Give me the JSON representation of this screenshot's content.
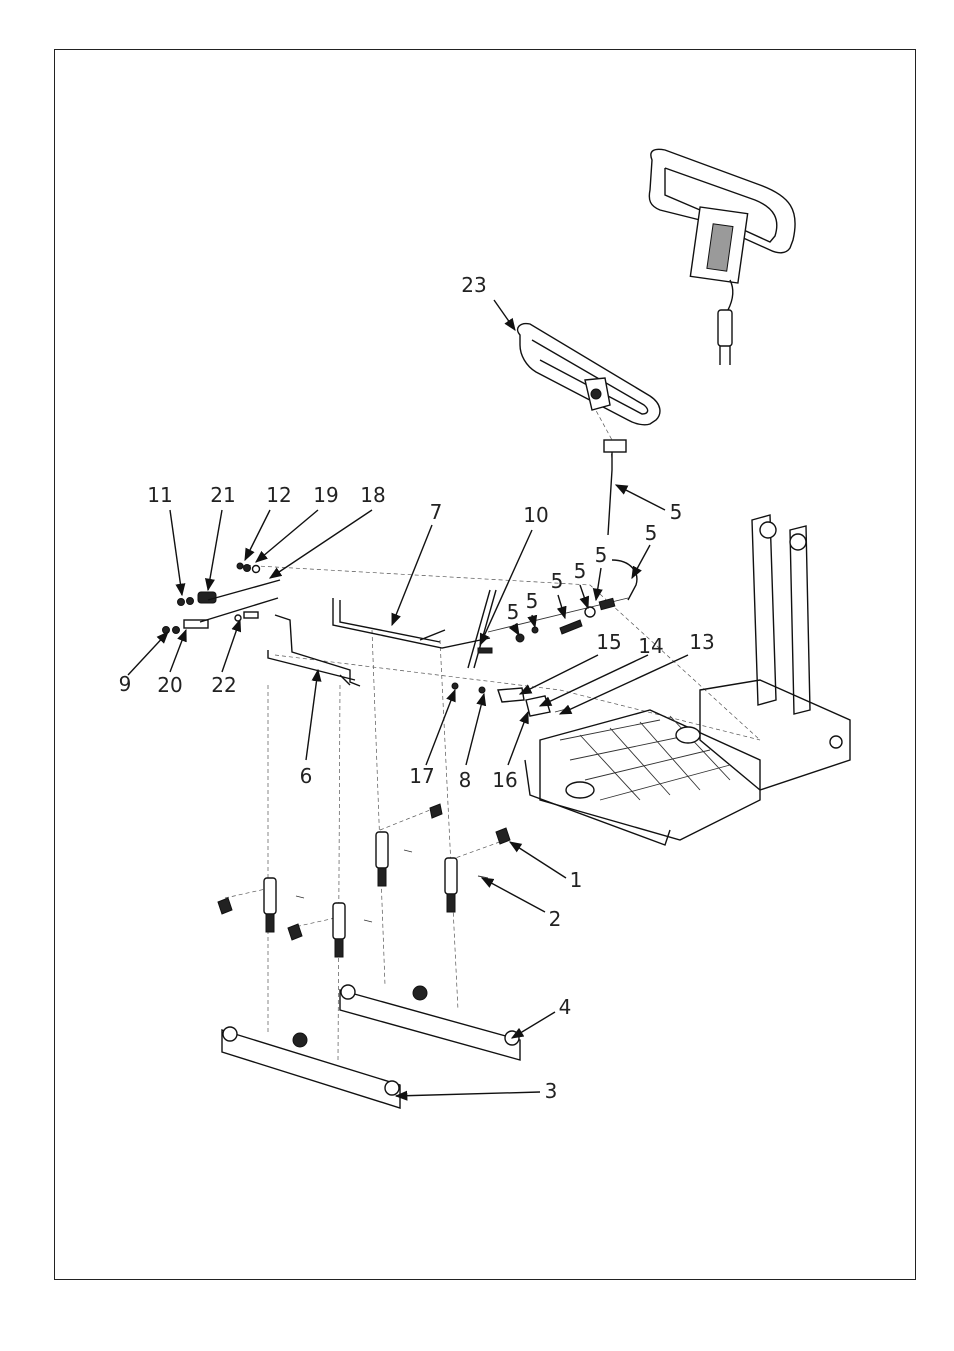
{
  "callouts": [
    {
      "id": "c23",
      "label": "23"
    },
    {
      "id": "c5a",
      "label": "5"
    },
    {
      "id": "c5b",
      "label": "5"
    },
    {
      "id": "c5c",
      "label": "5"
    },
    {
      "id": "c5d",
      "label": "5"
    },
    {
      "id": "c5e",
      "label": "5"
    },
    {
      "id": "c5f",
      "label": "5"
    },
    {
      "id": "c5g",
      "label": "5"
    },
    {
      "id": "c11",
      "label": "11"
    },
    {
      "id": "c21",
      "label": "21"
    },
    {
      "id": "c12",
      "label": "12"
    },
    {
      "id": "c19",
      "label": "19"
    },
    {
      "id": "c18",
      "label": "18"
    },
    {
      "id": "c7",
      "label": "7"
    },
    {
      "id": "c10",
      "label": "10"
    },
    {
      "id": "c15",
      "label": "15"
    },
    {
      "id": "c14",
      "label": "14"
    },
    {
      "id": "c13",
      "label": "13"
    },
    {
      "id": "c9",
      "label": "9"
    },
    {
      "id": "c20",
      "label": "20"
    },
    {
      "id": "c22",
      "label": "22"
    },
    {
      "id": "c6",
      "label": "6"
    },
    {
      "id": "c17",
      "label": "17"
    },
    {
      "id": "c8",
      "label": "8"
    },
    {
      "id": "c16",
      "label": "16"
    },
    {
      "id": "c1",
      "label": "1"
    },
    {
      "id": "c2",
      "label": "2"
    },
    {
      "id": "c4",
      "label": "4"
    },
    {
      "id": "c3",
      "label": "3"
    }
  ]
}
